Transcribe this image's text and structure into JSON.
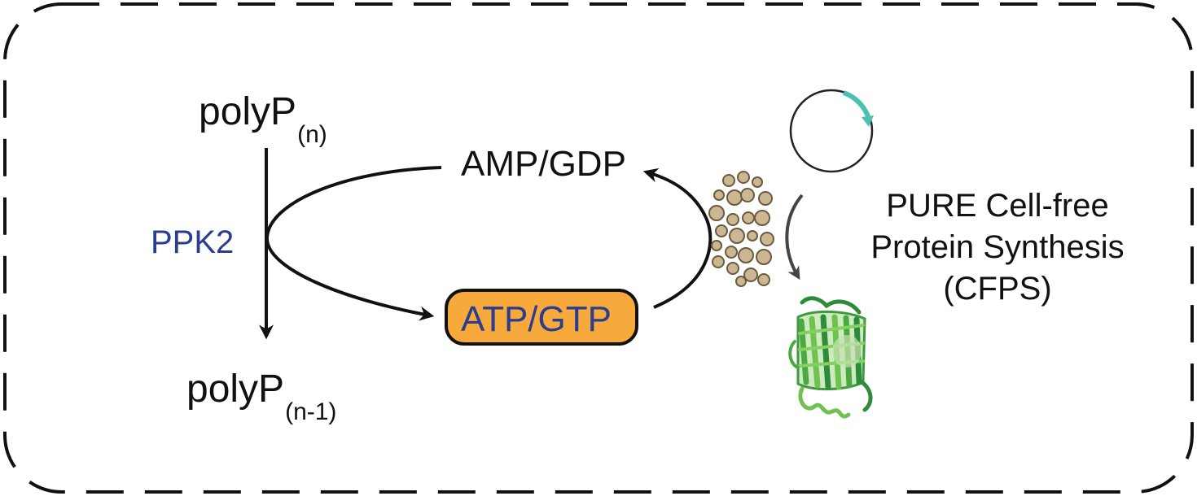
{
  "labels": {
    "polyp_top_base": "polyP",
    "polyp_top_sub": "(n)",
    "polyp_bottom_base": "polyP",
    "polyp_bottom_sub": "(n-1)",
    "enzyme": "PPK2",
    "amp_gdp": "AMP/GDP",
    "atp_gtp": "ATP/GTP",
    "cfps_line1": "PURE Cell-free",
    "cfps_line2": "Protein Synthesis",
    "cfps_line3": "(CFPS)"
  },
  "colors": {
    "enzyme_text": "#2a3d8f",
    "atp_box_fill": "#f7a93b",
    "ribosome_fill": "#cbb792",
    "ribosome_stroke": "#6b5a3e",
    "plasmid_arrow": "#4cc0b0",
    "protein_light": "#7cc45a",
    "protein_dark": "#2e8b3a"
  },
  "icons": {
    "border": "dashed-rounded-border",
    "plasmid": "plasmid-icon",
    "ribosomes": "ribosome-cluster-icon",
    "protein": "gfp-beta-barrel-icon"
  }
}
